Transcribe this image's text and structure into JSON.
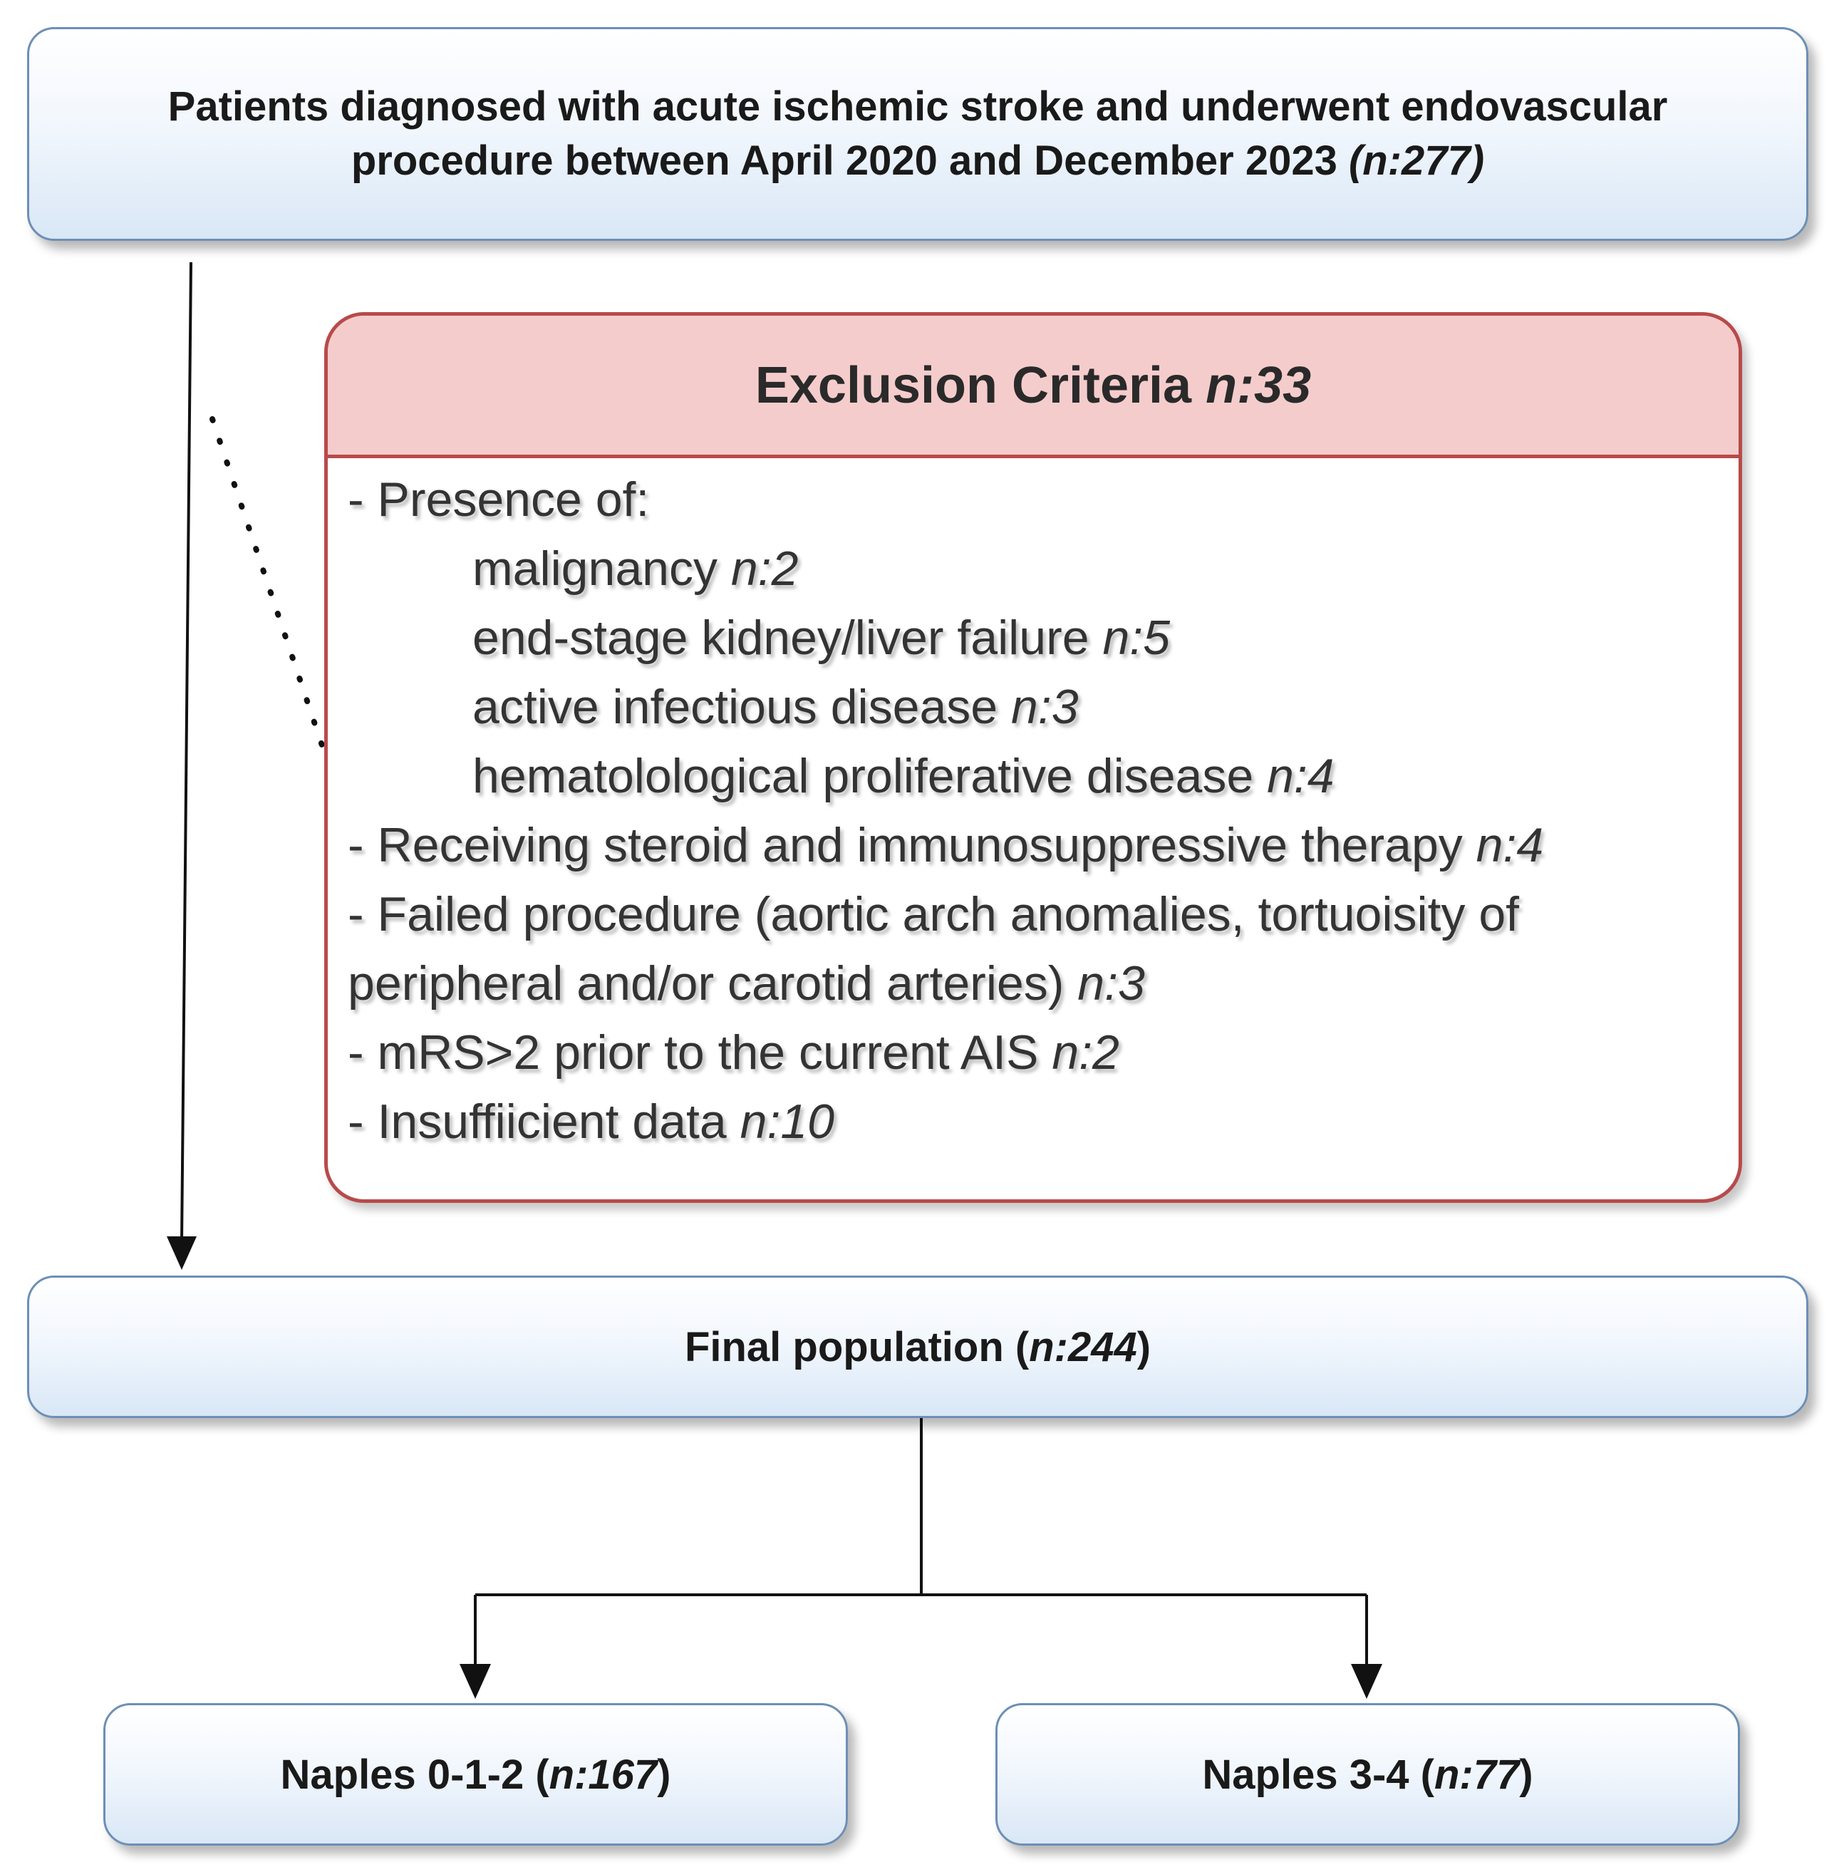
{
  "top_box": {
    "text": "Patients diagnosed with acute ischemic stroke and underwent endovascular procedure between April 2020 and December 2023",
    "count": "(n:277)"
  },
  "exclusion": {
    "title": "Exclusion Criteria",
    "title_count": "n:33",
    "items": [
      {
        "text": "- Presence of:",
        "count": ""
      },
      {
        "text": "malignancy",
        "count": "n:2"
      },
      {
        "text": "end-stage kidney/liver failure",
        "count": "n:5"
      },
      {
        "text": "active infectious disease",
        "count": "n:3"
      },
      {
        "text": "hematolological proliferative disease",
        "count": "n:4"
      },
      {
        "text": "- Receiving steroid and immunosuppressive therapy",
        "count": "n:4"
      },
      {
        "text": "- Failed procedure (aortic arch anomalies, tortuoisity of peripheral and/or carotid arteries)",
        "count": "n:3"
      },
      {
        "text": "- mRS>2 prior to the current AIS",
        "count": "n:2"
      },
      {
        "text": "- Insuffiicient data",
        "count": "n:10"
      }
    ]
  },
  "final_box": {
    "label": "Final population",
    "count": "n:244"
  },
  "naples_low": {
    "label": "Naples 0-1-2",
    "count": "n:167"
  },
  "naples_high": {
    "label": "Naples 3-4",
    "count": "n:77"
  },
  "colors": {
    "box_border": "#6d8fb5",
    "exclusion_border": "#b84a4a",
    "exclusion_header": "#f5cccc"
  }
}
